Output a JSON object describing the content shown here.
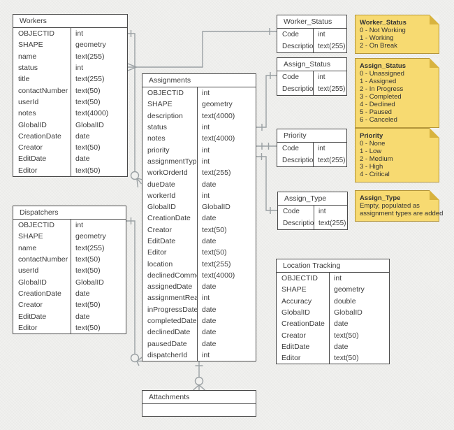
{
  "diagram": {
    "tables": {
      "workers": {
        "title": "Workers",
        "fields": [
          {
            "name": "OBJECTID",
            "type": "int"
          },
          {
            "name": "SHAPE",
            "type": "geometry"
          },
          {
            "name": "name",
            "type": "text(255)"
          },
          {
            "name": "status",
            "type": "int"
          },
          {
            "name": "title",
            "type": "text(255)"
          },
          {
            "name": "contactNumber",
            "type": "text(50)"
          },
          {
            "name": "userId",
            "type": "text(50)"
          },
          {
            "name": "notes",
            "type": "text(4000)"
          },
          {
            "name": "GlobalID",
            "type": "GlobalID"
          },
          {
            "name": "CreationDate",
            "type": "date"
          },
          {
            "name": "Creator",
            "type": "text(50)"
          },
          {
            "name": "EditDate",
            "type": "date"
          },
          {
            "name": "Editor",
            "type": "text(50)"
          }
        ]
      },
      "dispatchers": {
        "title": "Dispatchers",
        "fields": [
          {
            "name": "OBJECTID",
            "type": "int"
          },
          {
            "name": "SHAPE",
            "type": "geometry"
          },
          {
            "name": "name",
            "type": "text(255)"
          },
          {
            "name": "contactNumber",
            "type": "text(50)"
          },
          {
            "name": "userId",
            "type": "text(50)"
          },
          {
            "name": "GlobalID",
            "type": "GlobalID"
          },
          {
            "name": "CreationDate",
            "type": "date"
          },
          {
            "name": "Creator",
            "type": "text(50)"
          },
          {
            "name": "EditDate",
            "type": "date"
          },
          {
            "name": "Editor",
            "type": "text(50)"
          }
        ]
      },
      "assignments": {
        "title": "Assignments",
        "fields": [
          {
            "name": "OBJECTID",
            "type": "int"
          },
          {
            "name": "SHAPE",
            "type": "geometry"
          },
          {
            "name": "description",
            "type": "text(4000)"
          },
          {
            "name": "status",
            "type": "int"
          },
          {
            "name": "notes",
            "type": "text(4000)"
          },
          {
            "name": "priority",
            "type": "int"
          },
          {
            "name": "assignmentType",
            "type": "int"
          },
          {
            "name": "workOrderId",
            "type": "text(255)"
          },
          {
            "name": "dueDate",
            "type": "date"
          },
          {
            "name": "workerId",
            "type": "int"
          },
          {
            "name": "GlobalID",
            "type": "GlobalID"
          },
          {
            "name": "CreationDate",
            "type": "date"
          },
          {
            "name": "Creator",
            "type": "text(50)"
          },
          {
            "name": "EditDate",
            "type": "date"
          },
          {
            "name": "Editor",
            "type": "text(50)"
          },
          {
            "name": "location",
            "type": "text(255)"
          },
          {
            "name": "declinedComment",
            "type": "text(4000)"
          },
          {
            "name": "assignedDate",
            "type": "date"
          },
          {
            "name": "assignmentRead",
            "type": "int"
          },
          {
            "name": "inProgressDate",
            "type": "date"
          },
          {
            "name": "completedDate",
            "type": "date"
          },
          {
            "name": "declinedDate",
            "type": "date"
          },
          {
            "name": "pausedDate",
            "type": "date"
          },
          {
            "name": "dispatcherId",
            "type": "int"
          }
        ]
      },
      "worker_status": {
        "title": "Worker_Status",
        "fields": [
          {
            "name": "Code",
            "type": "int"
          },
          {
            "name": "Description",
            "type": "text(255)"
          }
        ]
      },
      "assign_status": {
        "title": "Assign_Status",
        "fields": [
          {
            "name": "Code",
            "type": "int"
          },
          {
            "name": "Description",
            "type": "text(255)"
          }
        ]
      },
      "priority": {
        "title": "Priority",
        "fields": [
          {
            "name": "Code",
            "type": "int"
          },
          {
            "name": "Description",
            "type": "text(255)"
          }
        ]
      },
      "assign_type": {
        "title": "Assign_Type",
        "fields": [
          {
            "name": "Code",
            "type": "int"
          },
          {
            "name": "Description",
            "type": "text(255)"
          }
        ]
      },
      "location_tracking": {
        "title": "Location Tracking",
        "fields": [
          {
            "name": "OBJECTID",
            "type": "int"
          },
          {
            "name": "SHAPE",
            "type": "geometry"
          },
          {
            "name": "Accuracy",
            "type": "double"
          },
          {
            "name": "GlobalID",
            "type": "GlobalID"
          },
          {
            "name": "CreationDate",
            "type": "date"
          },
          {
            "name": "Creator",
            "type": "text(50)"
          },
          {
            "name": "EditDate",
            "type": "date"
          },
          {
            "name": "Editor",
            "type": "text(50)"
          }
        ]
      },
      "attachments": {
        "title": "Attachments",
        "fields": []
      }
    },
    "notes": {
      "worker_status": {
        "title": "Worker_Status",
        "lines": [
          "0 - Not Working",
          "1 - Working",
          "2 - On Break"
        ]
      },
      "assign_status": {
        "title": "Assign_Status",
        "lines": [
          "0 - Unassigned",
          "1 - Assigned",
          "2 - In Progress",
          "3 - Completed",
          "4 - Declined",
          "5 - Paused",
          "6 - Canceled"
        ]
      },
      "priority": {
        "title": "Priority",
        "lines": [
          "0 - None",
          "1 - Low",
          "2 - Medium",
          "3 - High",
          "4 - Critical"
        ]
      },
      "assign_type": {
        "title": "Assign_Type",
        "lines": [
          "Empty, populated as",
          "assignment types are added"
        ]
      }
    },
    "colors": {
      "note_fill": "#f7da71",
      "note_border": "#b3953a",
      "note_fold": "#d8b33f",
      "table_border": "#4a4a4a",
      "connector": "#9aa0a3",
      "background": "#f1f1ef",
      "text": "#3d3d3d"
    }
  }
}
